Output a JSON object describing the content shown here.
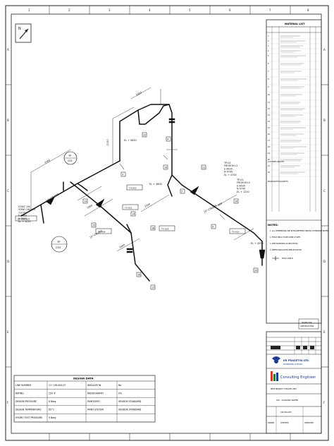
{
  "margin_numbers": [
    "1",
    "2",
    "3",
    "4",
    "5",
    "6",
    "7",
    "8"
  ],
  "margin_letters": [
    "A",
    "B",
    "C",
    "D",
    "E",
    "F"
  ],
  "north": {
    "label": "N"
  },
  "material_list": {
    "title": "MATERIAL LIST",
    "items": [
      "1",
      "2",
      "3",
      "4",
      "5",
      "6",
      "7",
      "8",
      "9",
      "10",
      "11",
      "12",
      "13",
      "14",
      "15",
      "16",
      "17",
      "18",
      "19",
      "20",
      "21",
      "22"
    ],
    "section_cut": "CUT PIPE LENGTH",
    "section_bolts": "BOLTS/NUTS/GASKETS"
  },
  "notes": {
    "title": "NOTES:",
    "lines": [
      "1. ALL DIMENSIONS ARE IN MILLIMETERS UNLESS OTHERWISE NOTED.",
      "2. FIELD WELD TO BE DONE AT SITE.",
      "3. PIPE SUPPORTS AS PER DETAIL.",
      "4. REFER INSULATION SPECIFICATION."
    ],
    "legend_label": "FIELD WELD"
  },
  "stamp": {
    "line1": "ISSUED FOR",
    "line2": "CONSTRUCTION"
  },
  "company": {
    "name": "KR PRASETYA LTD.",
    "sub": "ENGINEERING & DESIGN",
    "consulting": "Consulting Engineer"
  },
  "project": {
    "title": "NEW PROJECT CHILLER UNIT",
    "drawing": "ISO - COOLING WATER",
    "number": "CW-ISO-005"
  },
  "title_small": [
    "DRAWN",
    "CHECKED",
    "APPROVED"
  ],
  "labels": {
    "conn_left": "CONT. ON\nYORK CHILLER\n11C01\nE 3460\nN 8405\nEL + 1220",
    "from_top": "TP-02\nFROM EH-3\nE 9630\nN 4740\nEL + 4700",
    "from_mid": "TP-01\nFROM EH-2\nE 9630\nN 4740\nEL + 1220",
    "el_top": "EL + 5650",
    "el_mid": "EL + 3600",
    "el_right": "EL + 4500",
    "size_a": "10\"-CW-004",
    "size_b": "10\"-CW-003",
    "size_c": "10\"-CW-005",
    "tag_a": "TV-021",
    "tag_b": "TV-022",
    "tag_c": "TV-023",
    "tag_d": "TV-024",
    "tag_e": "TV-025",
    "ref_a": "TAG 1",
    "ref_b": "TAG 2",
    "dim_1": "4700",
    "dim_2": "2150",
    "dim_3": "3350",
    "dim_4": "1800",
    "dim_5": "2500",
    "dim_6": "900",
    "dim_7": "1600",
    "tp": "TP",
    "tp_code_1": "C02",
    "tp_code_2": "C03",
    "markers": [
      "3",
      "4",
      "5",
      "9",
      "10",
      "13",
      "14",
      "15",
      "16",
      "17",
      "18",
      "19",
      "20",
      "21",
      "22"
    ]
  },
  "design_data": {
    "title": "DESIGN DATA",
    "rows": [
      [
        "LINE NUMBER",
        "11\"-CW-004-CF",
        "INSULATION",
        "No"
      ],
      [
        "RATING",
        "150 #",
        "RADIOGRAPHY",
        "0%"
      ],
      [
        "DESIGN PRESSURE",
        "6 Barg",
        "PAINT/SPEC",
        "VENDOR STANDARD"
      ],
      [
        "DESIGN TEMPERATURE",
        "65°C",
        "PAINT SYSTEM",
        "VENDOR STANDARD"
      ],
      [
        "HYDRO TEST PRESSURE",
        "9 Barg",
        "",
        ""
      ]
    ]
  }
}
